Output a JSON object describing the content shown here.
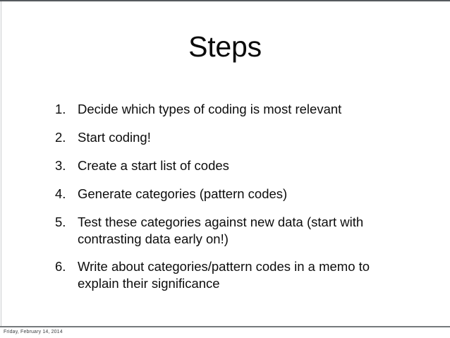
{
  "slide": {
    "title": "Steps",
    "background_color": "#ffffff",
    "text_color": "#0d0d0d",
    "rule_color_top": "#555a5e",
    "rule_color_footer": "#75797c",
    "steps": [
      {
        "number": "1.",
        "lines": [
          "Decide which types of coding is most relevant"
        ]
      },
      {
        "number": "2.",
        "lines": [
          "Start coding!"
        ]
      },
      {
        "number": "3.",
        "lines": [
          "Create a start list of codes"
        ]
      },
      {
        "number": "4.",
        "lines": [
          "Generate categories (pattern codes)"
        ]
      },
      {
        "number": "5.",
        "lines": [
          "Test these categories against new data (start with",
          "contrasting data early on!)"
        ]
      },
      {
        "number": "6.",
        "lines": [
          "Write about categories/pattern codes in a memo to",
          "explain their significance"
        ]
      }
    ],
    "footer": {
      "date": "Friday, February 14, 2014"
    }
  }
}
